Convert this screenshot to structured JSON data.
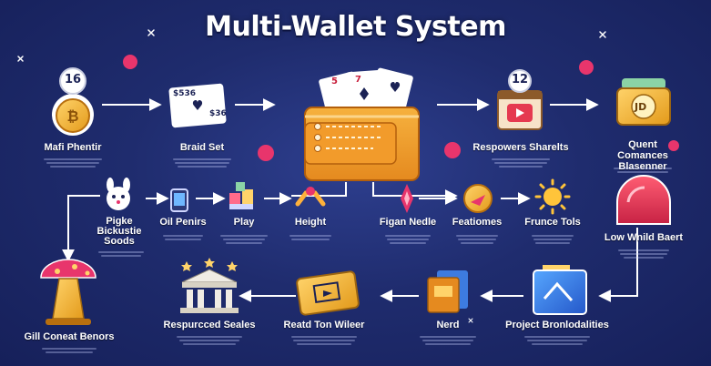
{
  "title": "Multi-Wallet System",
  "badges": {
    "first": "16",
    "second": "12"
  },
  "card_texts": {
    "top": "$536",
    "bottom": "$36"
  },
  "hand_cards": {
    "first": "5",
    "second": "7"
  },
  "jar_label": "JD",
  "nodes": {
    "mafi_phentir": "Mafi Phentir",
    "braid_set": "Braid Set",
    "respowers_sharelts": "Respowers Sharelts",
    "quent_comances": "Quent Comances\nBlasenner",
    "pigke_bickustie": "Pigke\nBickustie\nSoods",
    "oil_penirs": "Oil Penirs",
    "play": "Play",
    "height": "Height",
    "figan_nedle": "Figan Nedle",
    "featiomes": "Featiomes",
    "frunce_tols": "Frunce Tols",
    "low_wnild_baert": "Low Wnild Baert",
    "gill_coneat_benors": "Gill Coneat Benors",
    "respurcced_seales": "Respurcced Seales",
    "reatd_ton_wileer": "Reatd Ton Wileer",
    "nerd": "Nerd",
    "project_bronlodalities": "Project Bronlodalities"
  }
}
